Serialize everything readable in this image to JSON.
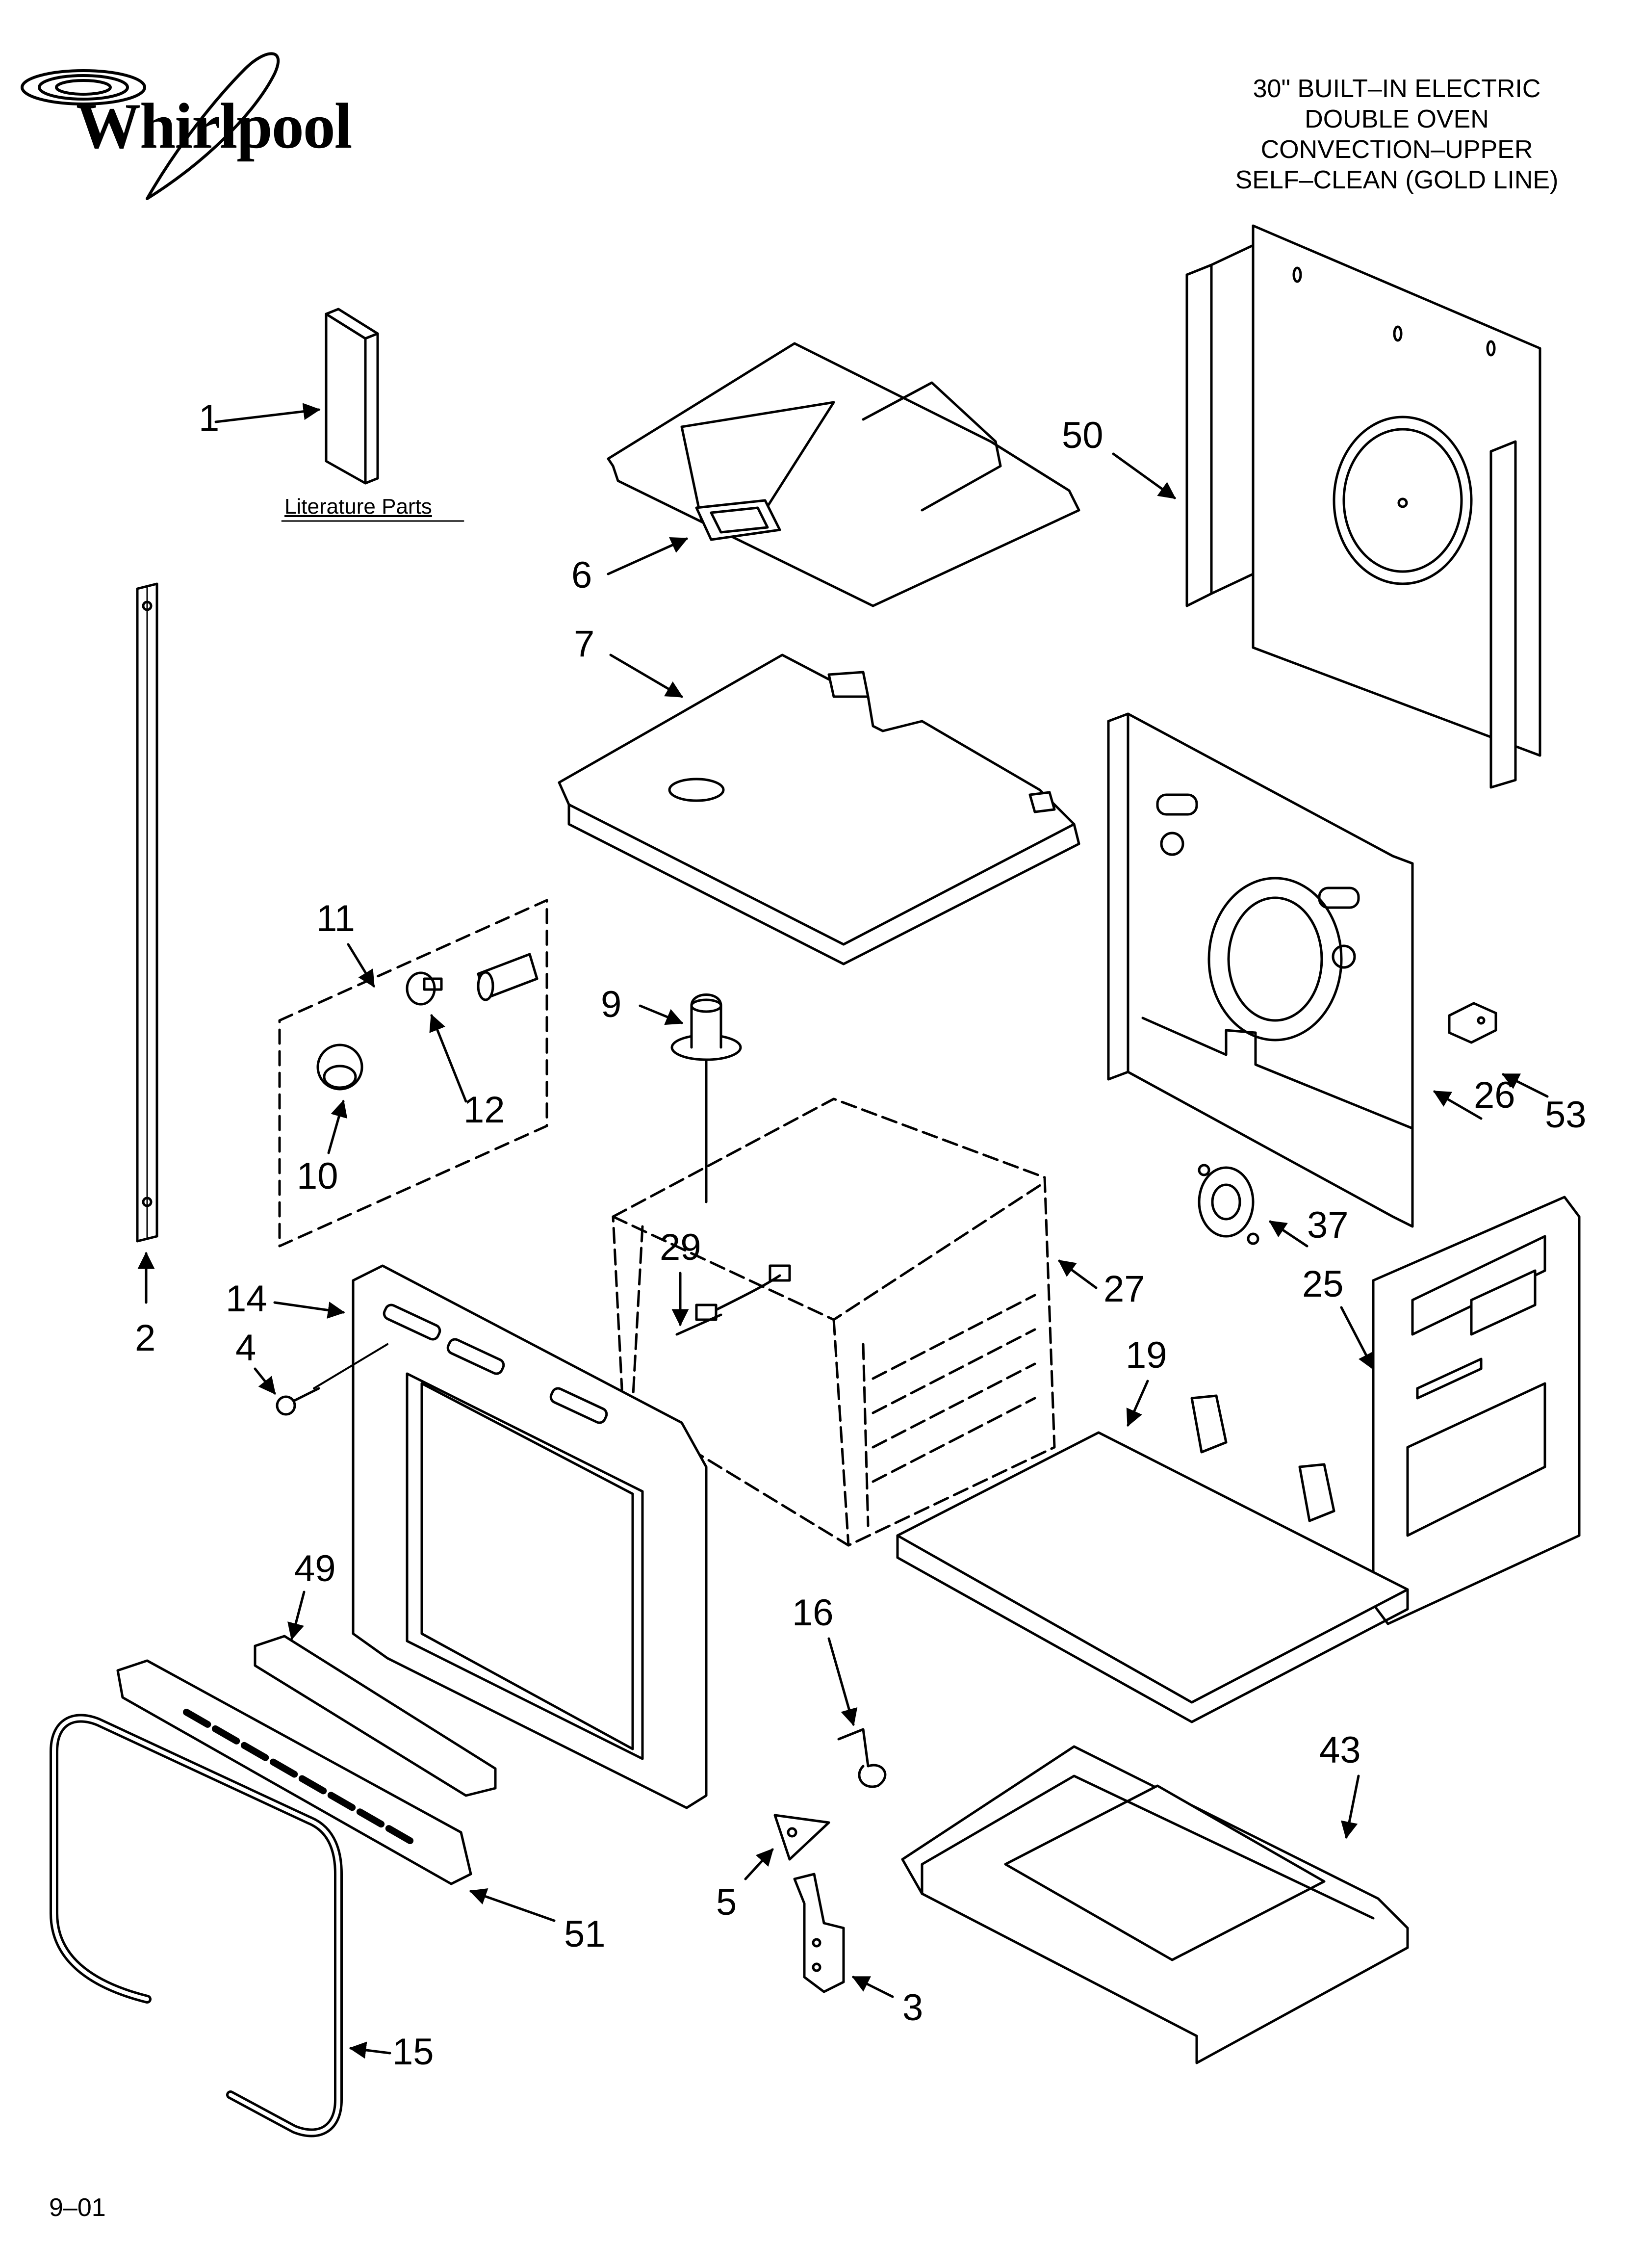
{
  "brand": {
    "name": "Whirlpool"
  },
  "title": {
    "lines": [
      "30\" BUILT–IN ELECTRIC",
      "DOUBLE OVEN",
      "CONVECTION–UPPER",
      "SELF–CLEAN (GOLD LINE)"
    ]
  },
  "literature_caption": "Literature Parts",
  "date_code": "9–01",
  "part_labels": {
    "p1": "1",
    "p2": "2",
    "p3": "3",
    "p4": "4",
    "p5": "5",
    "p6": "6",
    "p7": "7",
    "p9": "9",
    "p10": "10",
    "p11": "11",
    "p12": "12",
    "p14": "14",
    "p15": "15",
    "p16": "16",
    "p19": "19",
    "p25": "25",
    "p26": "26",
    "p27": "27",
    "p29": "29",
    "p37": "37",
    "p43": "43",
    "p49": "49",
    "p50": "50",
    "p51": "51",
    "p53": "53"
  }
}
